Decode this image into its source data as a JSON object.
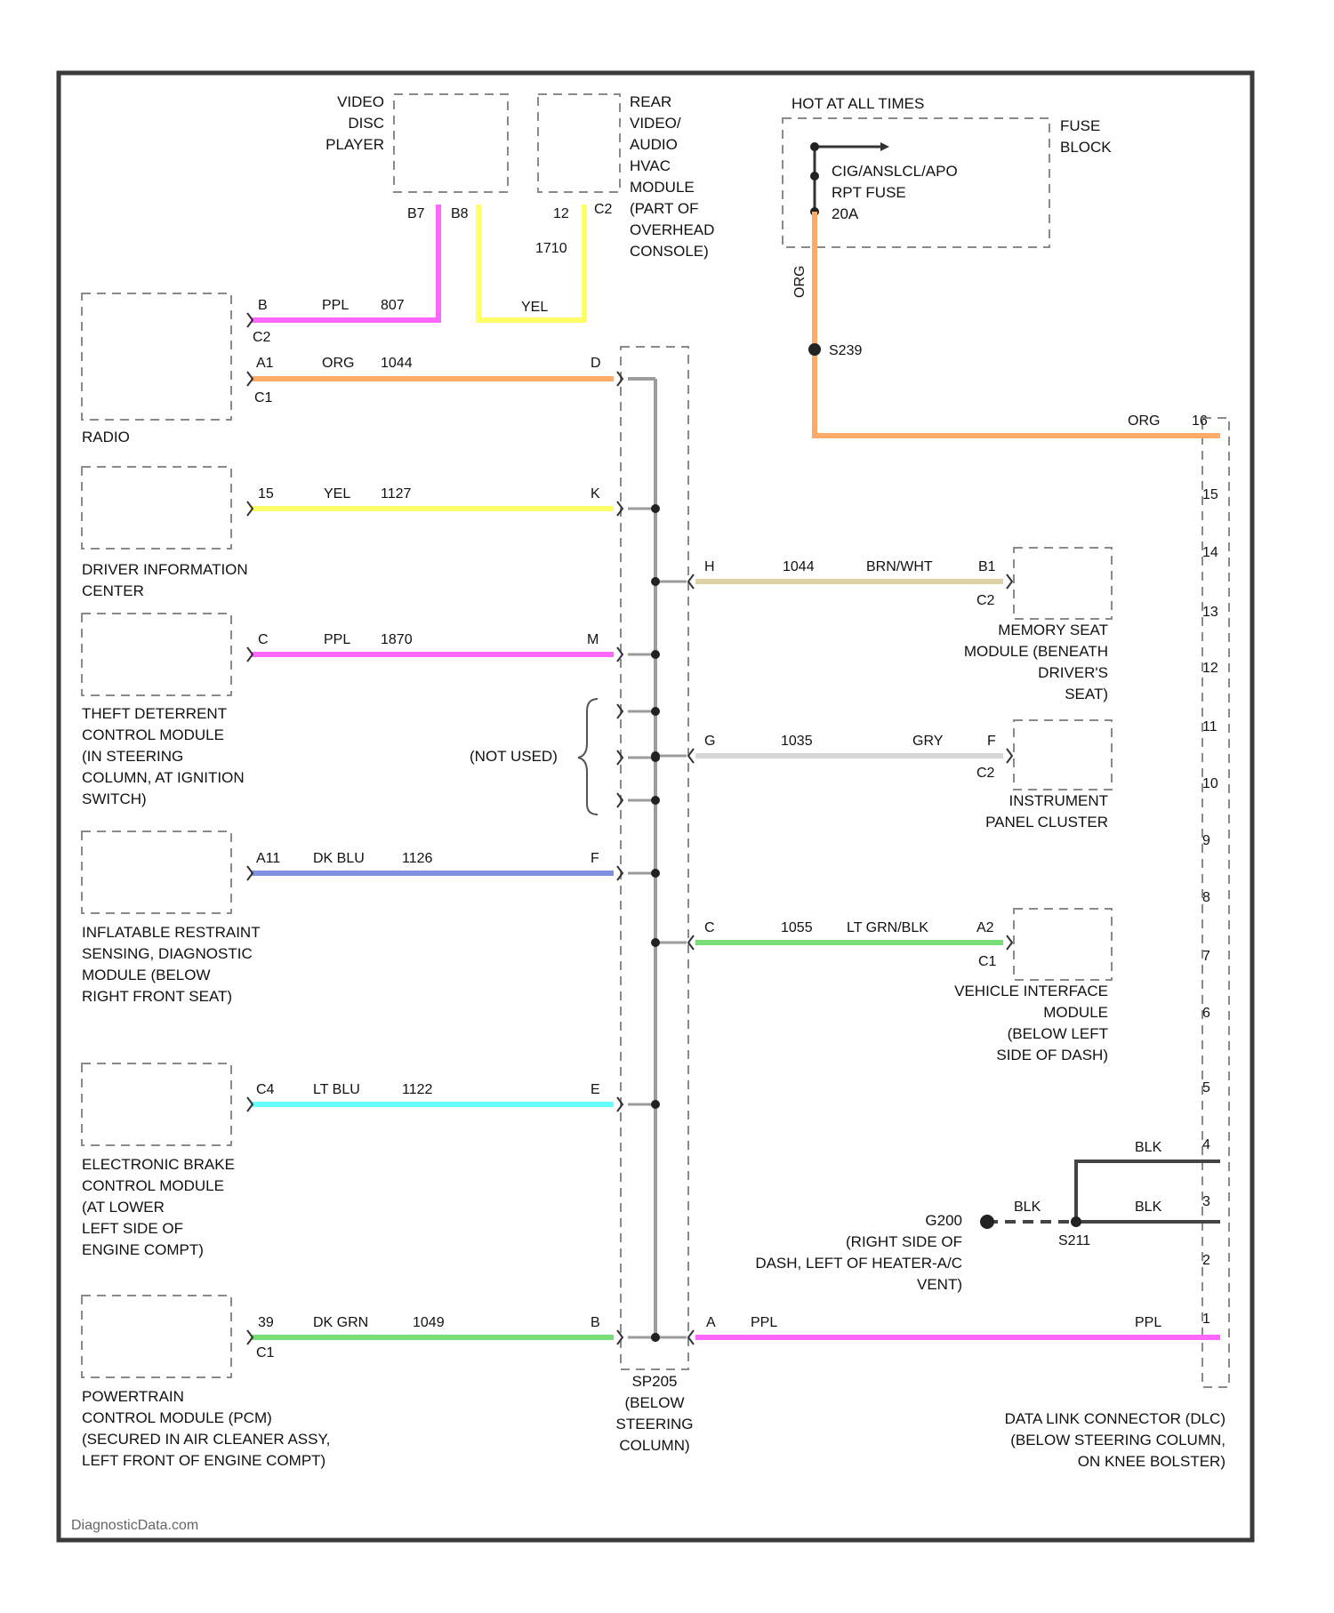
{
  "colors": {
    "PPL": "#ff66ff",
    "ORG": "#ffaa66",
    "YEL": "#ffff66",
    "TAN": "#ddd2a6",
    "GRY": "#d8d8d8",
    "DK_BLU": "#8090e0",
    "LT_GRNBLK": "#77dd77",
    "LT_BLU": "#66ffff",
    "DK_GRN": "#77dd77",
    "BLK": "#444444"
  },
  "components": {
    "video_disc_player": "VIDEO\nDISC\nPLAYER",
    "rear_video_module": "REAR\nVIDEO/\nAUDIO\nHVAC\nMODULE\n(PART OF\nOVERHEAD\nCONSOLE)",
    "hot_at_all_times": "HOT AT ALL TIMES",
    "fuse_block": "FUSE\nBLOCK",
    "fuse_name": "CIG/ANSLCL/APO\nRPT FUSE\n20A",
    "radio": "RADIO",
    "dic": "DRIVER INFORMATION\nCENTER",
    "theft": "THEFT DETERRENT\nCONTROL MODULE\n(IN STEERING\nCOLUMN, AT IGNITION\nSWITCH)",
    "airbag": "INFLATABLE RESTRAINT\nSENSING, DIAGNOSTIC\nMODULE (BELOW\nRIGHT FRONT SEAT)",
    "ebcm": "ELECTRONIC BRAKE\nCONTROL MODULE\n(AT LOWER\nLEFT SIDE OF\nENGINE COMPT)",
    "pcm": "POWERTRAIN\nCONTROL MODULE (PCM)\n(SECURED IN AIR CLEANER ASSY,\nLEFT FRONT OF ENGINE COMPT)",
    "memory_seat": "MEMORY SEAT\nMODULE (BENEATH\nDRIVER'S\nSEAT)",
    "ipc": "INSTRUMENT\nPANEL CLUSTER",
    "vim": "VEHICLE INTERFACE\nMODULE\n(BELOW LEFT\nSIDE OF DASH)",
    "sp205": "SP205\n(BELOW\nSTEERING\nCOLUMN)",
    "dlc": "DATA LINK CONNECTOR (DLC)\n(BELOW STEERING COLUMN,\nON KNEE BOLSTER)",
    "not_used": "(NOT USED)",
    "ground_g200": "G200\n(RIGHT SIDE OF\nDASH, LEFT OF HEATER-A/C\nVENT)"
  },
  "wire_labels": {
    "vdp_b7": "B7",
    "vdp_b8": "B8",
    "rear_12": "12",
    "rear_c2": "C2",
    "rear_1710": "1710",
    "radio_pin_b": "B",
    "radio_ppl": "PPL",
    "radio_807": "807",
    "radio_c2": "C2",
    "radio_yel": "YEL",
    "radio_a1": "A1",
    "radio_org": "ORG",
    "radio_1044": "1044",
    "radio_c1": "C1",
    "sp_d": "D",
    "fuse_circuit_org": "ORG",
    "splice_s239": "S239",
    "dlc_org": "ORG",
    "dlc_16": "16",
    "dic_15": "15",
    "dic_yel": "YEL",
    "dic_1127": "1127",
    "sp_k": "K",
    "theft_c": "C",
    "theft_ppl": "PPL",
    "theft_1870": "1870",
    "sp_m": "M",
    "airbag_a11": "A11",
    "airbag_dkblu": "DK BLU",
    "airbag_1126": "1126",
    "sp_f": "F",
    "ebcm_c4": "C4",
    "ebcm_ltblu": "LT BLU",
    "ebcm_1122": "1122",
    "sp_e": "E",
    "pcm_39": "39",
    "pcm_dkgrn": "DK GRN",
    "pcm_1049": "1049",
    "sp_b": "B",
    "pcm_c1": "C1",
    "ms_h": "H",
    "ms_1044": "1044",
    "ms_tanwht": "BRN/WHT",
    "ms_b1": "B1",
    "ms_c2": "C2",
    "ipc_g": "G",
    "ipc_1035": "1035",
    "ipc_gry": "GRY",
    "ipc_f": "F",
    "ipc_c2": "C2",
    "vim_c": "C",
    "vim_1055": "1055",
    "vim_ltgrnblk": "LT GRN/BLK",
    "vim_a2": "A2",
    "vim_c1": "C1",
    "dlc_a": "A",
    "dlc_ppl_left": "PPL",
    "dlc_ppl_right": "PPL",
    "dlc_2": "2",
    "blk_5": "BLK",
    "blk_4": "BLK",
    "blk_g": "BLK",
    "s211": "S211"
  },
  "dlc_pins": [
    "16",
    "15",
    "14",
    "13",
    "12",
    "11",
    "10",
    "9",
    "8",
    "7",
    "6",
    "5",
    "4",
    "3",
    "2",
    "1"
  ],
  "watermark": "DiagnosticData.com"
}
